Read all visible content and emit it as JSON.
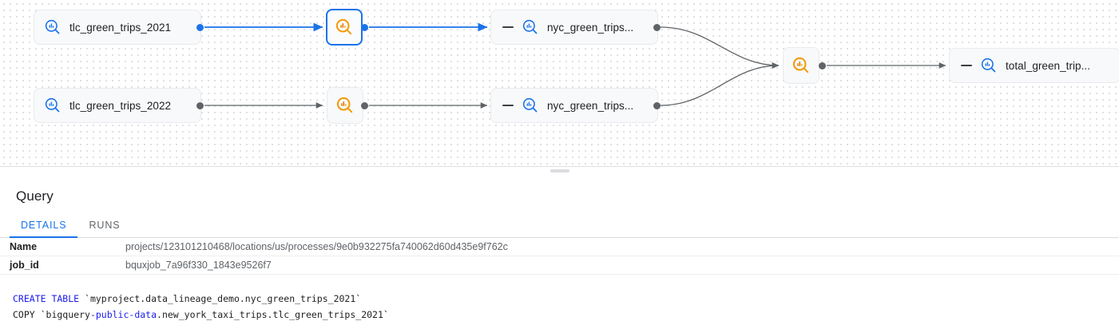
{
  "graph": {
    "nodes": [
      {
        "id": "tlc2021",
        "type": "table",
        "label": "tlc_green_trips_2021",
        "icon": "bigquery-table-icon",
        "selected": false,
        "collapsible": false
      },
      {
        "id": "tlc2022",
        "type": "table",
        "label": "tlc_green_trips_2022",
        "icon": "bigquery-table-icon",
        "selected": false,
        "collapsible": false
      },
      {
        "id": "proc1",
        "type": "process",
        "label": "",
        "icon": "lineage-process-icon",
        "selected": true,
        "collapsible": false
      },
      {
        "id": "proc2",
        "type": "process",
        "label": "",
        "icon": "lineage-process-icon",
        "selected": false,
        "collapsible": false
      },
      {
        "id": "nyc2021",
        "type": "table",
        "label": "nyc_green_trips...",
        "icon": "bigquery-table-icon",
        "selected": false,
        "collapsible": true
      },
      {
        "id": "nyc2022",
        "type": "table",
        "label": "nyc_green_trips...",
        "icon": "bigquery-table-icon",
        "selected": false,
        "collapsible": true
      },
      {
        "id": "proc3",
        "type": "process",
        "label": "",
        "icon": "lineage-process-icon",
        "selected": false,
        "collapsible": false
      },
      {
        "id": "total",
        "type": "table",
        "label": "total_green_trip...",
        "icon": "bigquery-table-icon",
        "selected": false,
        "collapsible": true
      }
    ],
    "colors": {
      "edge": "#5f6368",
      "edge_highlight": "#1a73e8",
      "table_icon": "#1a73e8",
      "process_icon": "#f29900",
      "node_bg": "#f8f9fa",
      "selected_border": "#1a73e8"
    }
  },
  "splitter": {
    "handle_name": "panel-resize-handle"
  },
  "panel": {
    "title": "Query",
    "tabs": [
      {
        "id": "details",
        "label": "DETAILS",
        "active": true
      },
      {
        "id": "runs",
        "label": "RUNS",
        "active": false
      }
    ],
    "details": [
      {
        "key": "Name",
        "value": "projects/123101210468/locations/us/processes/9e0b932275fa740062d60d435e9f762c"
      },
      {
        "key": "job_id",
        "value": "bquxjob_7a96f330_1843e9526f7"
      }
    ],
    "sql": {
      "line1": {
        "keyword": "CREATE TABLE",
        "rest": " `myproject.data_lineage_demo.nyc_green_trips_2021`"
      },
      "line2": {
        "pre": "COPY `bigquery",
        "keyword": "-public-data",
        "rest": ".new_york_taxi_trips.tlc_green_trips_2021`"
      }
    }
  }
}
